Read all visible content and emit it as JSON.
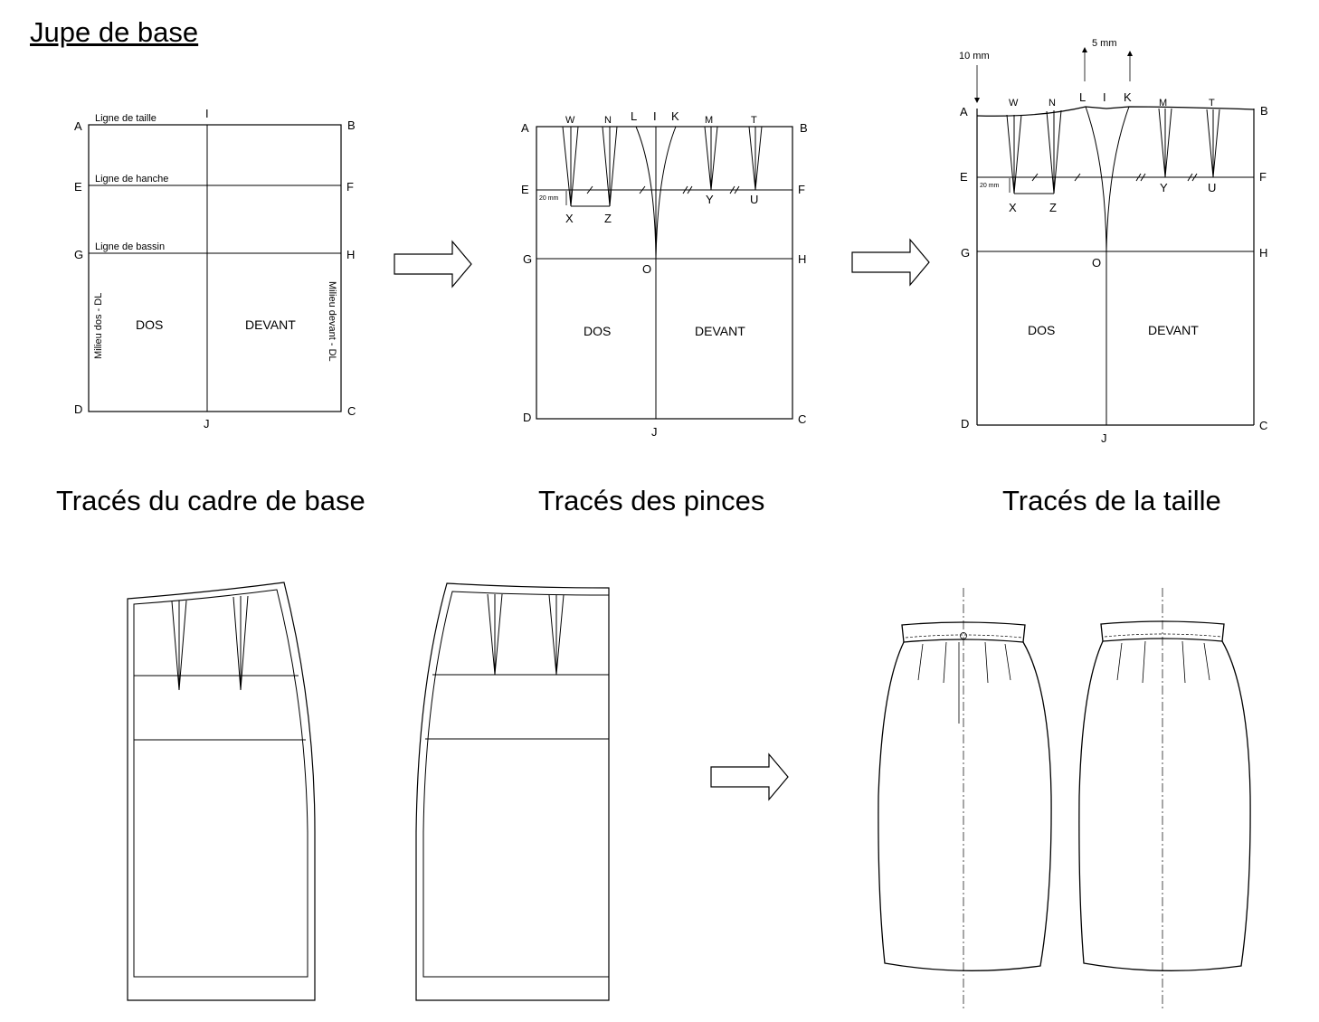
{
  "title": "Jupe de base",
  "captions": [
    "Tracés du cadre de base",
    "Tracés des pinces",
    "Tracés de la taille"
  ],
  "frame1": {
    "points": {
      "A": "A",
      "B": "B",
      "C": "C",
      "D": "D",
      "E": "E",
      "F": "F",
      "G": "G",
      "H": "H",
      "I": "I",
      "J": "J"
    },
    "lines": {
      "waist": "Ligne de taille",
      "hip": "Ligne de hanche",
      "pelvis": "Ligne de bassin"
    },
    "center_back": "Milieu dos - DL",
    "center_front": "Milieu devant - DL",
    "back": "DOS",
    "front": "DEVANT"
  },
  "frame2": {
    "points": {
      "A": "A",
      "B": "B",
      "C": "C",
      "D": "D",
      "E": "E",
      "F": "F",
      "G": "G",
      "H": "H",
      "I": "I",
      "J": "J",
      "W": "W",
      "N": "N",
      "L": "L",
      "K": "K",
      "M": "M",
      "T": "T",
      "X": "X",
      "Z": "Z",
      "Y": "Y",
      "U": "U",
      "O": "O"
    },
    "dim": "20 mm",
    "back": "DOS",
    "front": "DEVANT"
  },
  "frame3": {
    "points": {
      "A": "A",
      "B": "B",
      "C": "C",
      "D": "D",
      "E": "E",
      "F": "F",
      "G": "G",
      "H": "H",
      "I": "I",
      "J": "J",
      "W": "W",
      "N": "N",
      "L": "L",
      "K": "K",
      "M": "M",
      "T": "T",
      "X": "X",
      "Z": "Z",
      "Y": "Y",
      "U": "U",
      "O": "O"
    },
    "dim_top_left": "10 mm",
    "dim_top_center": "5 mm",
    "dim": "20 mm",
    "back": "DOS",
    "front": "DEVANT"
  },
  "colors": {
    "line": "#000000",
    "center_line": "#555555",
    "background": "#ffffff"
  },
  "icons": [
    "arrow-right-icon",
    "button-icon"
  ]
}
